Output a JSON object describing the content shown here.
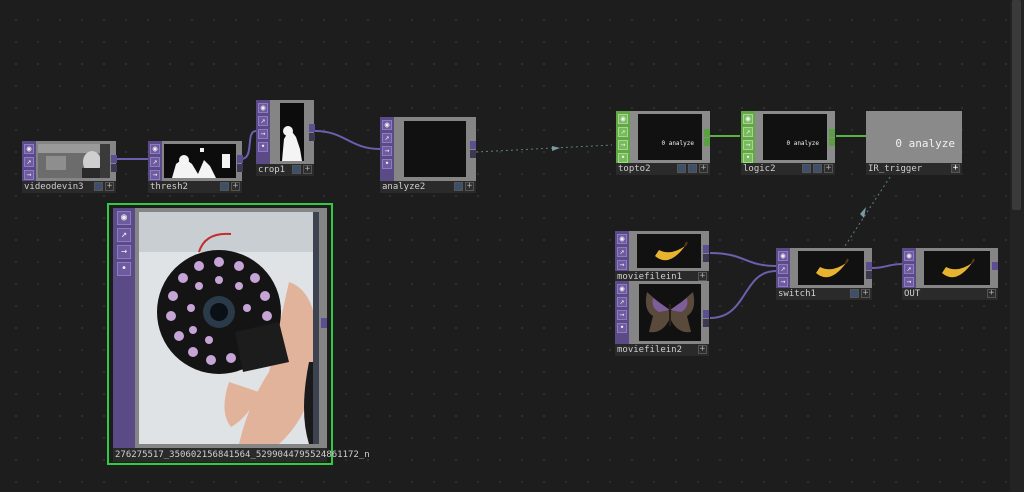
{
  "network": {
    "nodes": [
      {
        "id": "videodevin3",
        "label": "videodevin3",
        "family": "TOP"
      },
      {
        "id": "thresh2",
        "label": "thresh2",
        "family": "TOP"
      },
      {
        "id": "crop1",
        "label": "crop1",
        "family": "TOP"
      },
      {
        "id": "analyze2",
        "label": "analyze2",
        "family": "TOP"
      },
      {
        "id": "topto2",
        "label": "topto2",
        "family": "CHOP",
        "value": "0 analyze"
      },
      {
        "id": "logic2",
        "label": "logic2",
        "family": "CHOP",
        "value": "0 analyze"
      },
      {
        "id": "ir_trigger",
        "label": "IR_trigger",
        "family": "CHOP",
        "value": "0 analyze"
      },
      {
        "id": "moviefilein1",
        "label": "moviefilein1",
        "family": "TOP"
      },
      {
        "id": "moviefilein2",
        "label": "moviefilein2",
        "family": "TOP"
      },
      {
        "id": "switch1",
        "label": "switch1",
        "family": "TOP"
      },
      {
        "id": "out",
        "label": "OUT",
        "family": "TOP"
      },
      {
        "id": "photo",
        "label": "276275517_350602156841564_5299044795524861172_n",
        "family": "TOP",
        "selected": true
      }
    ]
  },
  "colors": {
    "canvas": "#1d1d1d",
    "top_family": "#5a4a86",
    "chop_family": "#62a648",
    "wire_top": "#6d5fae",
    "wire_chop": "#57b443",
    "selection": "#2ecc40"
  },
  "icons": [
    "viewer-toggle-icon",
    "bypass-icon",
    "cook-icon",
    "lock-icon",
    "display-flag-icon",
    "plus-icon"
  ]
}
